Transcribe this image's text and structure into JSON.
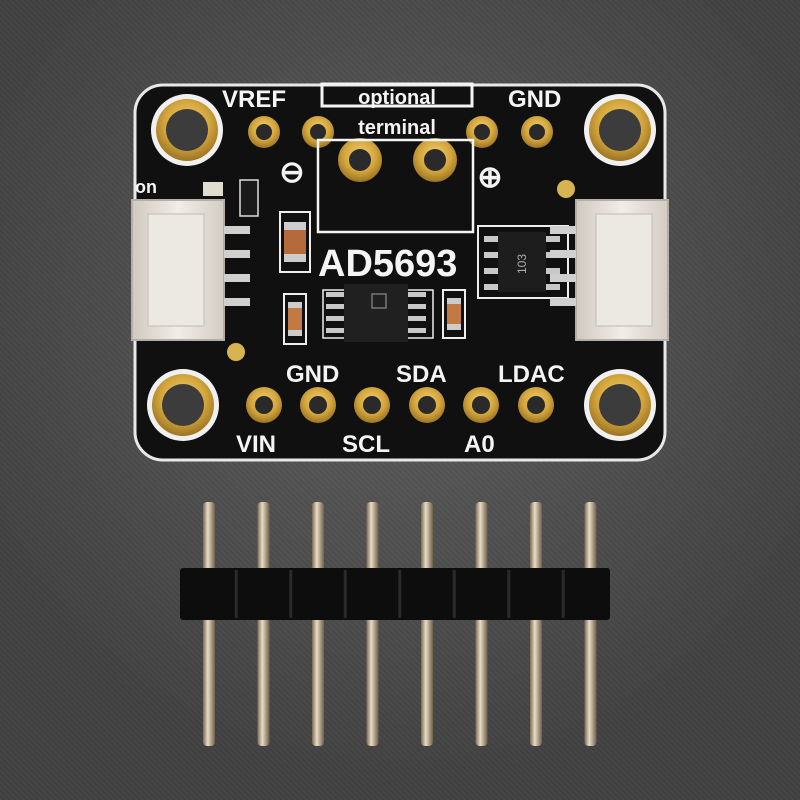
{
  "board": {
    "chip_name": "AD5693",
    "optional_label": "optional",
    "terminal_label": "terminal",
    "minus_symbol": "⊖",
    "plus_symbol": "⊕",
    "edge_label": "on",
    "resistor_code": "103",
    "top_pins": {
      "left": "VREF",
      "right": "GND"
    },
    "bottom_pins": {
      "vin": "VIN",
      "gnd": "GND",
      "scl": "SCL",
      "sda": "SDA",
      "a0": "A0",
      "ldac": "LDAC"
    },
    "colors": {
      "pcb": "#111111",
      "gold": "#d4a63c",
      "background": "#505050",
      "connector": "#e6e2dc"
    }
  },
  "header": {
    "pin_count": 8
  }
}
